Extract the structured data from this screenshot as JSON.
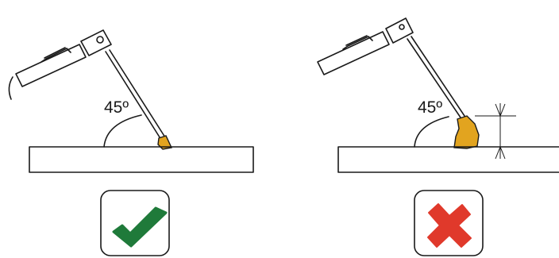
{
  "panels": [
    {
      "angle_label": "45º",
      "result": "correct",
      "result_icon": "check-mark-icon",
      "result_color": "#1f7a3a"
    },
    {
      "angle_label": "45º",
      "result": "incorrect",
      "result_icon": "cross-mark-icon",
      "result_color": "#e0392b"
    }
  ],
  "colors": {
    "weld_bead": "#e2a41f",
    "outline": "#1a1a1a"
  }
}
